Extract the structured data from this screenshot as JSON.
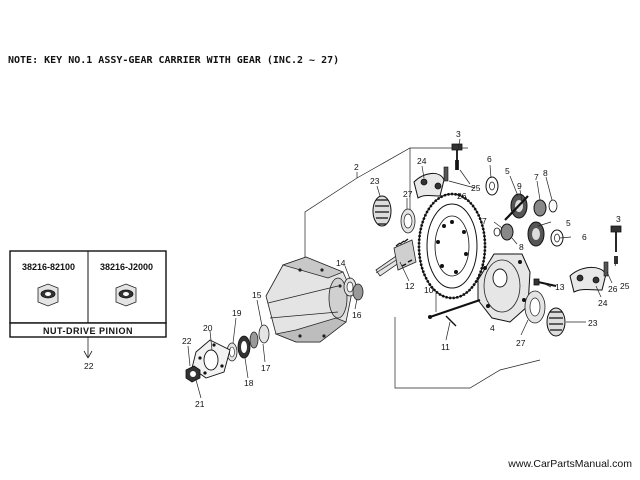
{
  "note": "NOTE: KEY NO.1 ASSY-GEAR CARRIER WITH GEAR (INC.2 ~ 27)",
  "website": "www.CarPartsManual.com",
  "nut_box": {
    "part_a": "38216-82100",
    "part_b": "38216-J2000",
    "caption": "NUT-DRIVE PINION",
    "key": "22"
  },
  "callouts": {
    "c2": "2",
    "c3a": "3",
    "c3b": "3",
    "c4": "4",
    "c5a": "5",
    "c5b": "5",
    "c6a": "6",
    "c6b": "6",
    "c7a": "7",
    "c7b": "7",
    "c8a": "8",
    "c8b": "8",
    "c9": "9",
    "c10": "10",
    "c11": "11",
    "c12": "12",
    "c13": "13",
    "c14": "14",
    "c15": "15",
    "c16": "16",
    "c17": "17",
    "c18": "18",
    "c19": "19",
    "c20": "20",
    "c21": "21",
    "c22": "22",
    "c23a": "23",
    "c23b": "23",
    "c24a": "24",
    "c24b": "24",
    "c25a": "25",
    "c25b": "25",
    "c26a": "26",
    "c26b": "26",
    "c27a": "27",
    "c27b": "27"
  }
}
